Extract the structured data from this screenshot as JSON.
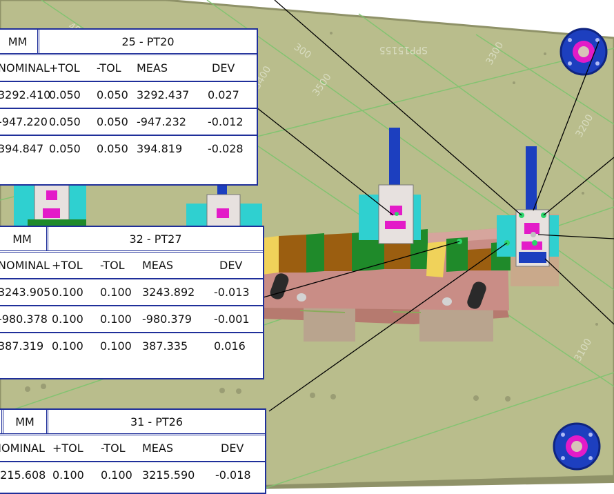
{
  "plate_labels": [
    "400",
    "300",
    "3400",
    "3300",
    "3200",
    "3100",
    "SPP15155",
    "3500",
    "3300"
  ],
  "callouts": [
    {
      "unit": "MM",
      "title": "25 - PT20",
      "headers": [
        "NOMINAL",
        "+TOL",
        "-TOL",
        "MEAS",
        "DEV"
      ],
      "rows": [
        [
          "3292.410",
          "0.050",
          "0.050",
          "3292.437",
          "0.027"
        ],
        [
          "-947.220",
          "0.050",
          "0.050",
          "-947.232",
          "-0.012"
        ],
        [
          "394.847",
          "0.050",
          "0.050",
          "394.819",
          "-0.028"
        ]
      ]
    },
    {
      "unit": "MM",
      "title": "32 - PT27",
      "headers": [
        "NOMINAL",
        "+TOL",
        "-TOL",
        "MEAS",
        "DEV"
      ],
      "rows": [
        [
          "3243.905",
          "0.100",
          "0.100",
          "3243.892",
          "-0.013"
        ],
        [
          "-980.378",
          "0.100",
          "0.100",
          "-980.379",
          "-0.001"
        ],
        [
          "387.319",
          "0.100",
          "0.100",
          "387.335",
          "0.016"
        ]
      ]
    },
    {
      "unit": "MM",
      "title": "31 - PT26",
      "headers": [
        "NOMINAL",
        "+TOL",
        "-TOL",
        "MEAS",
        "DEV"
      ],
      "rows": [
        [
          "3215.608",
          "0.100",
          "0.100",
          "3215.590",
          "-0.018"
        ]
      ]
    }
  ],
  "colors": {
    "plate": "#b9bd8c",
    "plate_edge": "#8f9268",
    "grid_line": "#7ec46f",
    "table_border": "#1f2f9a",
    "fixture_base": "#c98d86",
    "fixture_side": "#b67a6f",
    "fixture_green": "#1f8a2a",
    "fixture_brown": "#9b5e10",
    "fixture_yellow": "#f0d25a",
    "cyan": "#2fd0d0",
    "magenta": "#d81fc7",
    "pin_blue": "#1c3fbf",
    "leader_line": "#000000"
  }
}
